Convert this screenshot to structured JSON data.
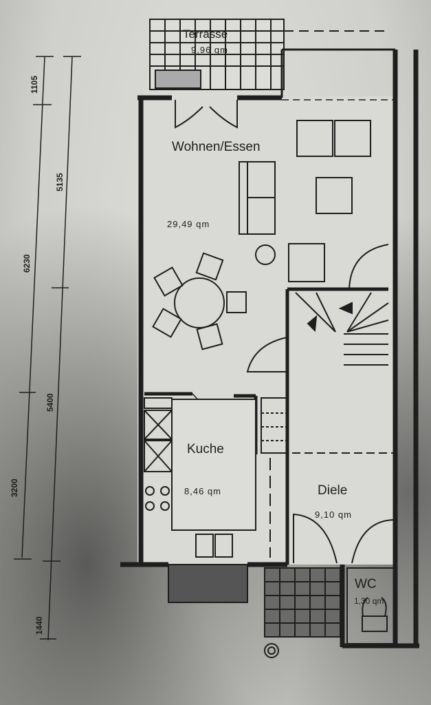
{
  "plan": {
    "rooms": [
      {
        "name": "Terrasse",
        "area": "9,96 qm"
      },
      {
        "name": "Wohnen/Essen",
        "area": "29,49 qm"
      },
      {
        "name": "Kuche",
        "area": "8,46 qm"
      },
      {
        "name": "Diele",
        "area": "9,10 qm"
      },
      {
        "name": "WC",
        "area": "1,30 qm"
      }
    ],
    "dimensions": {
      "outer_line": [
        "1105",
        "5135",
        "5400",
        "1440"
      ],
      "inner_line": [
        "6230",
        "3200"
      ]
    }
  },
  "colors": {
    "ink": "#1e1e1e",
    "paper": "#d6d6d2"
  }
}
